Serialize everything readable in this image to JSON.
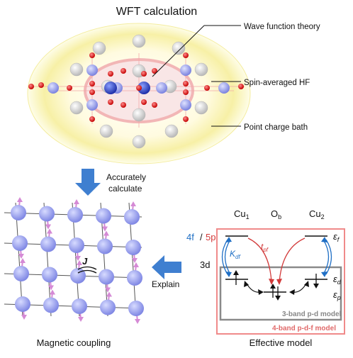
{
  "top": {
    "title": "WFT calculation",
    "labels": {
      "wft": "Wave function theory",
      "hf": "Spin-averaged HF",
      "bath": "Point charge bath"
    }
  },
  "arrows": {
    "down_label_1": "Accurately",
    "down_label_2": "calculate",
    "left_label": "Explain"
  },
  "lattice": {
    "j_label": "J",
    "caption": "Magnetic coupling"
  },
  "model": {
    "cu1": "Cu",
    "cu1_sub": "1",
    "ob": "O",
    "ob_sub": "b",
    "cu2": "Cu",
    "cu2_sub": "2",
    "level_4f": "4f",
    "slash": "/",
    "level_5p": "5p",
    "level_3d": "3d",
    "eps_f": "ε",
    "eps_f_sub": "f",
    "eps_d": "ε",
    "eps_d_sub": "d",
    "eps_p": "ε",
    "eps_p_sub": "p",
    "k_df": "K",
    "k_df_sub": "df",
    "t_pf": "t",
    "t_pf_sub": "pf",
    "box_3band": "3-band p-d model",
    "box_4band": "4-band p-d-f model",
    "caption": "Effective model"
  },
  "colors": {
    "blue": "#1f6fc5",
    "red": "#d23a3a",
    "pink_box": "#f08a8a",
    "gray_box": "#8a8a8a",
    "atom": "#8f96e8",
    "arrow_fill": "#3f7fd0"
  }
}
